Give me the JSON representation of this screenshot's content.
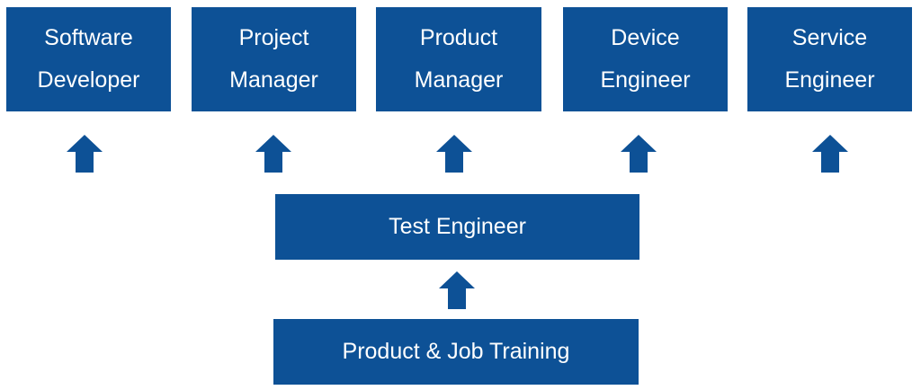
{
  "colors": {
    "box_fill": "#0d5196",
    "arrow_fill": "#0d5196",
    "text": "#ffffff",
    "background": "#ffffff"
  },
  "roles": [
    {
      "line1": "Software",
      "line2": "Developer"
    },
    {
      "line1": "Project",
      "line2": "Manager"
    },
    {
      "line1": "Product",
      "line2": "Manager"
    },
    {
      "line1": "Device",
      "line2": "Engineer"
    },
    {
      "line1": "Service",
      "line2": "Engineer"
    }
  ],
  "middle": {
    "label": "Test Engineer"
  },
  "base": {
    "label": "Product & Job Training"
  },
  "arrow_icon": "up-arrow-icon"
}
